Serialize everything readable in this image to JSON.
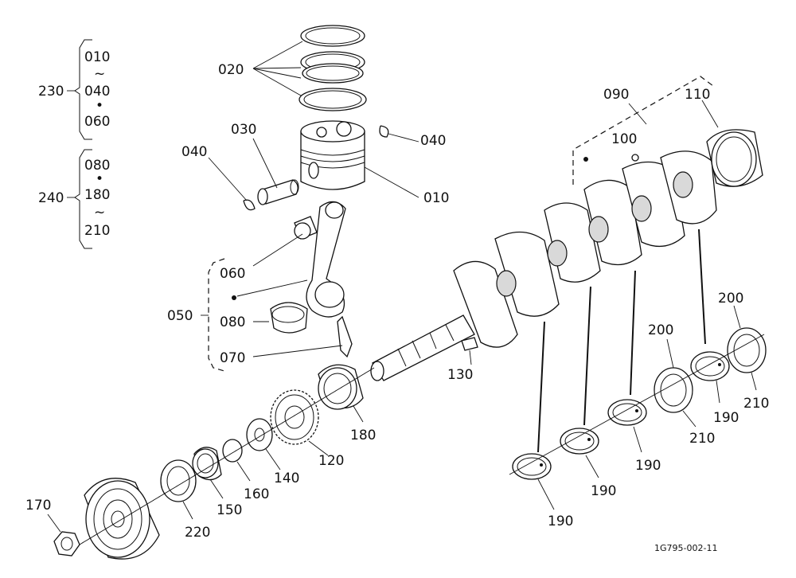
{
  "labels": {
    "p010": "010",
    "p020": "020",
    "p030": "030",
    "p040a": "040",
    "p040b": "040",
    "p050": "050",
    "p060": "060",
    "p070": "070",
    "p080": "080",
    "p090": "090",
    "p100": "100",
    "p110": "110",
    "p120": "120",
    "p130": "130",
    "p140": "140",
    "p150": "150",
    "p160": "160",
    "p170": "170",
    "p180": "180",
    "p190a": "190",
    "p190b": "190",
    "p190c": "190",
    "p190d": "190",
    "p200a": "200",
    "p200b": "200",
    "p210a": "210",
    "p210b": "210",
    "p220": "220"
  },
  "groups": {
    "g230": {
      "label": "230",
      "items": [
        "010",
        "~",
        "040",
        "•",
        "060"
      ]
    },
    "g240": {
      "label": "240",
      "items": [
        "080",
        "•",
        "180",
        "~",
        "210"
      ]
    }
  },
  "document_id": "1G795-002-11"
}
